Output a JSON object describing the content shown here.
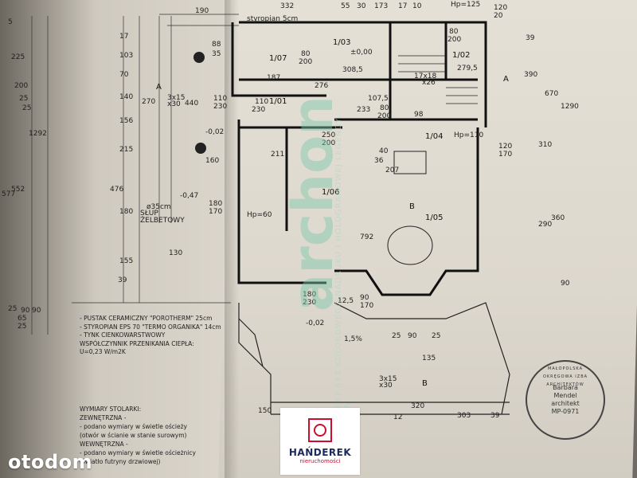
{
  "dimensions_top": [
    "190",
    "332",
    "55",
    "30",
    "173",
    "17",
    "10"
  ],
  "dimensions_left": [
    "5",
    "225",
    "200",
    "103",
    "70",
    "25",
    "17",
    "140",
    "156",
    "270",
    "25",
    "215",
    "552",
    "577",
    "180",
    "476",
    "155",
    "39",
    "25",
    "90",
    "65",
    "25",
    "90",
    "1292"
  ],
  "dimensions_right": [
    "120",
    "20",
    "39",
    "390",
    "1290",
    "670",
    "310",
    "360",
    "290",
    "90"
  ],
  "dimensions_plan": [
    "88",
    "35",
    "110",
    "230",
    "440",
    "-0,02",
    "160",
    "-0,47",
    "180",
    "170",
    "±0,00",
    "308,5",
    "187",
    "276",
    "233",
    "107,5",
    "98",
    "80",
    "200",
    "250",
    "200",
    "211",
    "792",
    "279,5",
    "17x18",
    "x26",
    "120",
    "170",
    "Hp=60",
    "Hp=110",
    "Hp=125",
    "40",
    "207",
    "180",
    "230",
    "12,5",
    "90",
    "170",
    "-0,02",
    "1,5%",
    "25",
    "90",
    "25",
    "135",
    "3x15",
    "x30",
    "150",
    "320",
    "12",
    "303",
    "39",
    "130",
    "3x15",
    "x30",
    "80",
    "200",
    "80",
    "200",
    "110",
    "230",
    "36"
  ],
  "rooms": [
    "1/07",
    "1/03",
    "1/02",
    "1/01",
    "1/04",
    "1/06",
    "1/05"
  ],
  "section_marks": [
    "A",
    "A",
    "B",
    "B"
  ],
  "legend": {
    "lines": [
      "- PUSTAK CERAMICZNY \"POROTHERM\" 25cm",
      "- STYROPIAN EPS 70 \"TERMO ORGANIKA\" 14cm",
      "- TYNK CIENKOWARSTWOWY",
      "WSPÓŁCZYNNIK PRZENIKANIA CIEPŁA:",
      "U=0,23 W/m2K"
    ]
  },
  "joinery": {
    "lines": [
      "WYMIARY STOLARKI:",
      "ZEWNĘTRZNA -",
      "- podano wymiary w świetle ościeży",
      "(otwór w ścianie w stanie surowym)",
      "WEWNĘTRZNA -",
      "- podano wymiary w świetle ościeżnicy",
      "(światło futryny drzwiowej)"
    ]
  },
  "labels": {
    "styropian": "styropian 5cm",
    "slup": "SŁUP",
    "zelbetowy": "ŻELBETOWY",
    "slup_size": "ø35cm"
  },
  "watermark_text": "PROJEKT BEZ KOLOROWEGO NADRUKU I HOLOGRAMOWEJ LEGENDY KOPIA",
  "watermark_brand": "archon",
  "stamp": {
    "ring": "MAŁOPOLSKA OKRĘGOWA IZBA ARCHITEKTÓW",
    "name1": "Barbara",
    "name2": "Mendel",
    "role": "architekt",
    "code": "MP-0971"
  },
  "otodom_logo": "otodom",
  "agency": {
    "name": "HAŃDEREK",
    "sub": "nieruchomości"
  }
}
